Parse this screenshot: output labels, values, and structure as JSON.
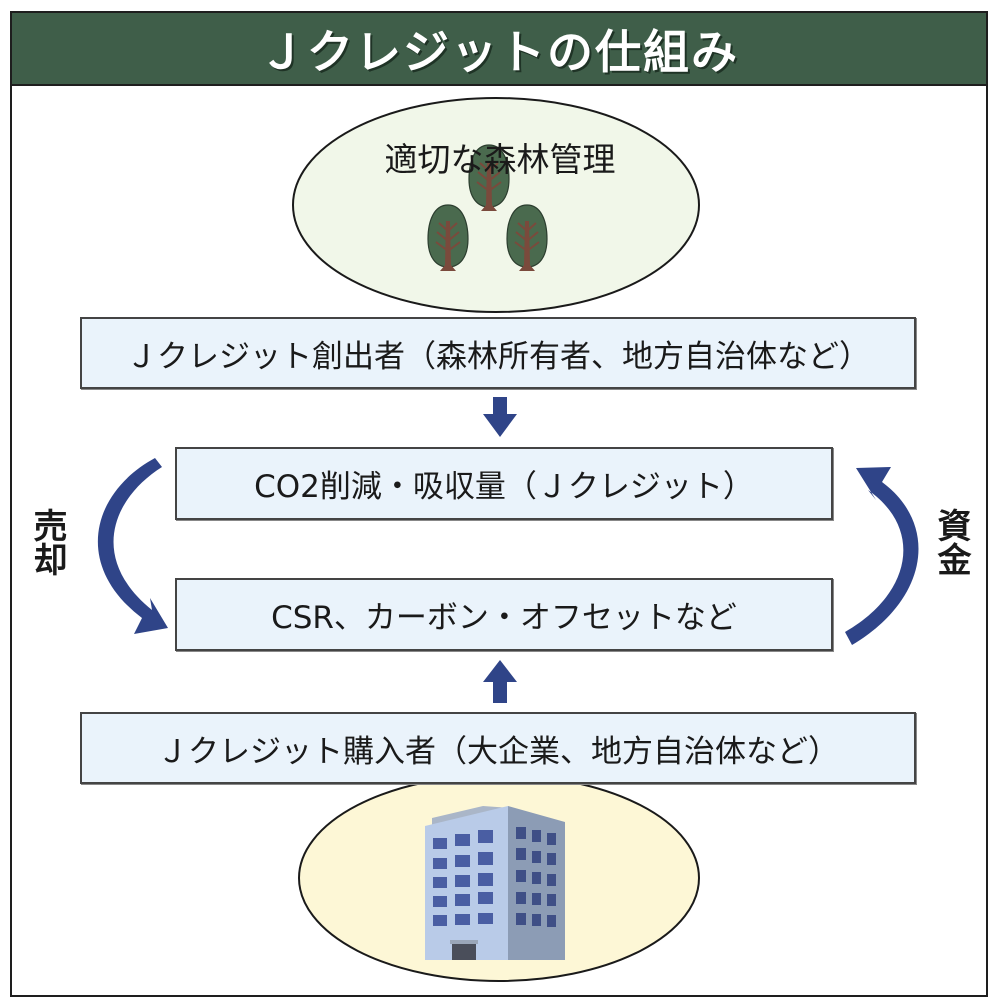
{
  "header": {
    "title": "Ｊクレジットの仕組み"
  },
  "forest": {
    "label": "適切な森林管理",
    "icon": "trees-icon"
  },
  "boxes": {
    "creator": "Ｊクレジット創出者（森林所有者、地方自治体など）",
    "credit": "CO2削減・吸収量（Ｊクレジット）",
    "usage": "CSR、カーボン・オフセットなど",
    "buyer": "Ｊクレジット購入者（大企業、地方自治体など）"
  },
  "side_labels": {
    "sell": "売却",
    "fund": "資金"
  },
  "building": {
    "icon": "office-building-icon"
  },
  "colors": {
    "header_bg": "#3f5e49",
    "box_bg": "#eaf3fb",
    "arrow": "#2f4488",
    "forest_ellipse": "#f1f7e9",
    "building_ellipse": "#fdf7d6",
    "tree_leaf": "#4a6a4e",
    "tree_trunk": "#7a4a3c"
  }
}
